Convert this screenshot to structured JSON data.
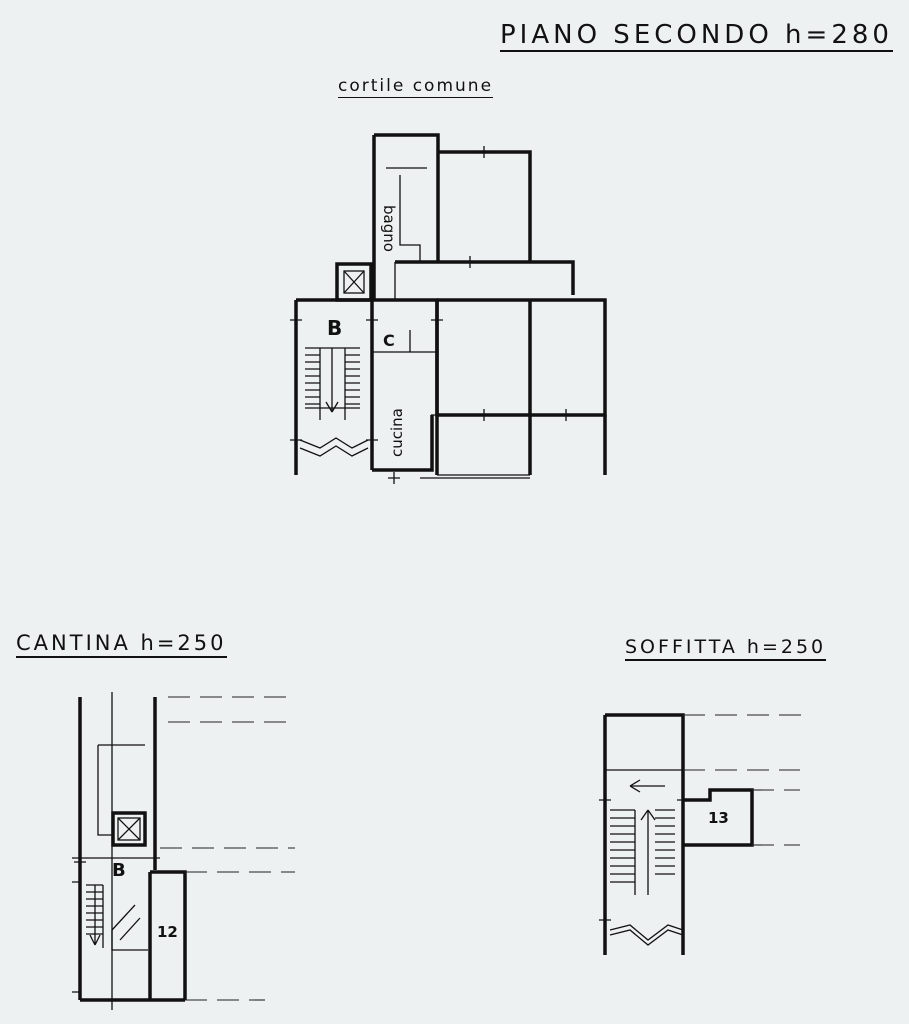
{
  "headings": {
    "second_floor": "PIANO SECONDO  h=280",
    "courtyard": "cortile comune",
    "cellar": "CANTINA  h=250",
    "attic": "SOFFITTA  h=250"
  },
  "rooms": {
    "bathroom": "bagno",
    "stair_b_floor": "B",
    "closet": "C",
    "kitchen": "cucina",
    "stair_b_cellar": "B",
    "cellar_unit": "12",
    "attic_unit": "13"
  }
}
